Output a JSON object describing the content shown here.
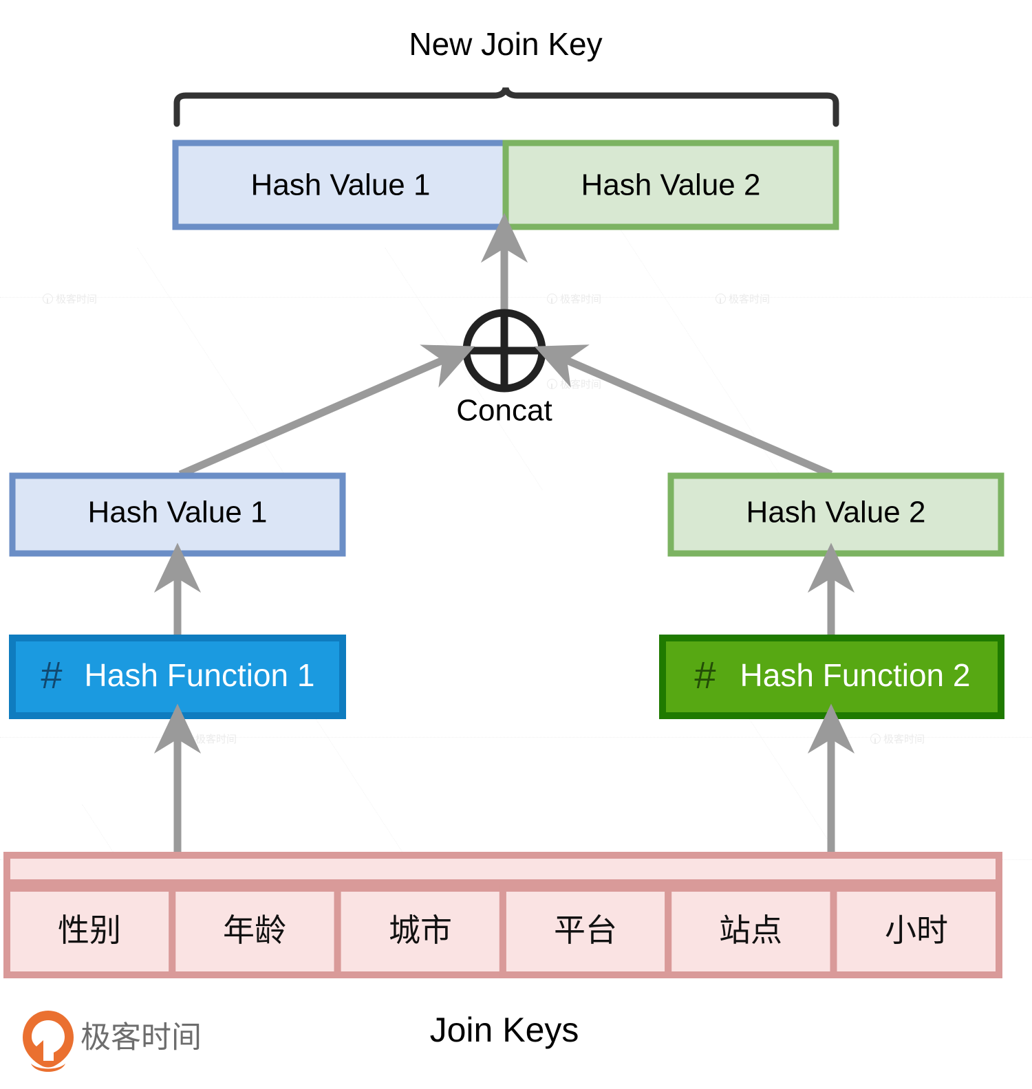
{
  "diagram": {
    "title": "New Join Key",
    "footer_label": "Join Keys",
    "concat_label": "Concat",
    "hash_glyph": "#",
    "top_key": {
      "segments": [
        {
          "label": "Hash Value 1",
          "fill": "#dbe5f6",
          "border": "#6b8ec6"
        },
        {
          "label": "Hash Value 2",
          "fill": "#d8e8d2",
          "border": "#7cb362"
        }
      ]
    },
    "branches": [
      {
        "value_label": "Hash Value 1",
        "value_fill": "#dbe5f6",
        "value_border": "#6b8ec6",
        "function_label": "Hash Function 1",
        "function_fill": "#1b9ae0",
        "function_border": "#0f7cbf",
        "function_glyph_color": "#11486f"
      },
      {
        "value_label": "Hash Value 2",
        "value_fill": "#d8e8d2",
        "value_border": "#7cb362",
        "function_label": "Hash Function 2",
        "function_fill": "#57a813",
        "function_border": "#1f7a00",
        "function_glyph_color": "#234d07"
      }
    ],
    "join_keys": {
      "bar_fill": "#fae3e3",
      "bar_border": "#d99a99",
      "cells": [
        "性别",
        "年龄",
        "城市",
        "平台",
        "站点",
        "小时"
      ]
    },
    "logo": {
      "text": "极客时间",
      "mark_color": "#ea7030"
    },
    "watermark": {
      "text": "极客时间"
    },
    "colors": {
      "arrow": "#8c8c8c",
      "brace": "#333333",
      "concat_stroke": "#222222"
    }
  }
}
